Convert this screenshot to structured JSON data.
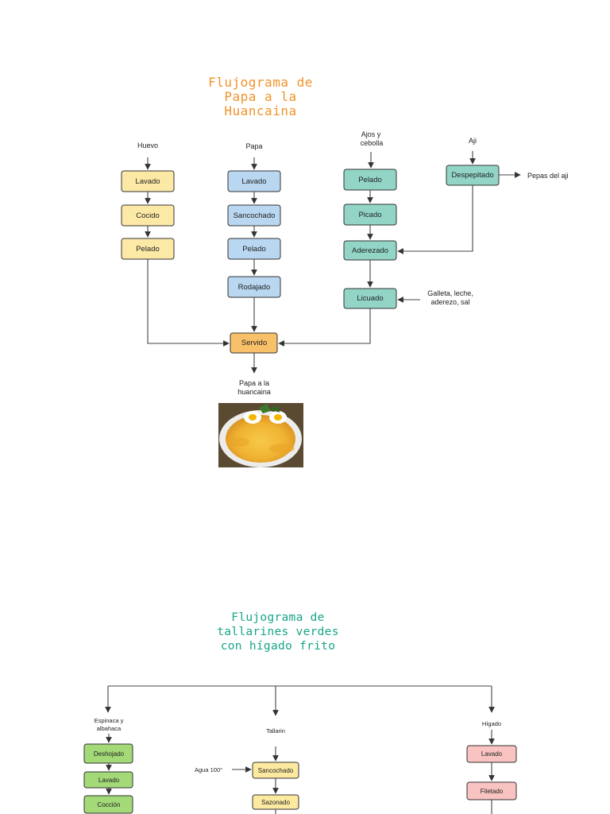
{
  "diagram1": {
    "title_lines": [
      "Flujograma de",
      "Papa a la",
      "Huancaina"
    ],
    "inputs": {
      "huevo": "Huevo",
      "papa": "Papa",
      "ajos_lines": [
        "Ajos y",
        "cebolla"
      ],
      "aji": "Aji",
      "galleta_lines": [
        "Galleta, leche,",
        "aderezo, sal"
      ]
    },
    "steps": {
      "huevo_lavado": "Lavado",
      "huevo_cocido": "Cocido",
      "huevo_pelado": "Pelado",
      "papa_lavado": "Lavado",
      "papa_sancochado": "Sancochado",
      "papa_pelado": "Pelado",
      "papa_rodajado": "Rodajado",
      "ajo_pelado": "Pelado",
      "ajo_picado": "Picado",
      "aderezado": "Aderezado",
      "licuado": "Licuado",
      "despepitado": "Despepitado",
      "servido": "Servido"
    },
    "outputs": {
      "pepas": "Pepas del aji",
      "final_lines": [
        "Papa a la",
        "huancaina"
      ]
    },
    "colors": {
      "title": "#f0932b",
      "huevo_fill": "#fde9a6",
      "papa_fill": "#b9d7f0",
      "aji_fill": "#92d5c6",
      "servido_fill": "#f9c06a"
    }
  },
  "diagram2": {
    "title_lines": [
      "Flujograma de",
      "tallarines verdes",
      "con hígado frito"
    ],
    "inputs": {
      "espinaca_lines": [
        "Espinaca y",
        "albahaca"
      ],
      "tallarin": "Tallarin",
      "higado": "Hígado",
      "agua": "Agua 100°"
    },
    "steps": {
      "deshojado": "Deshojado",
      "esp_lavado": "Lavado",
      "coccion": "Cocción",
      "sancochado": "Sancochado",
      "sazonado": "Sazonado",
      "hig_lavado": "Lavado",
      "fileteado": "Filetado"
    },
    "colors": {
      "title": "#17a589",
      "green_fill": "#a3d977",
      "yellow_fill": "#fdeaa0",
      "pink_fill": "#f8c3c0"
    }
  }
}
